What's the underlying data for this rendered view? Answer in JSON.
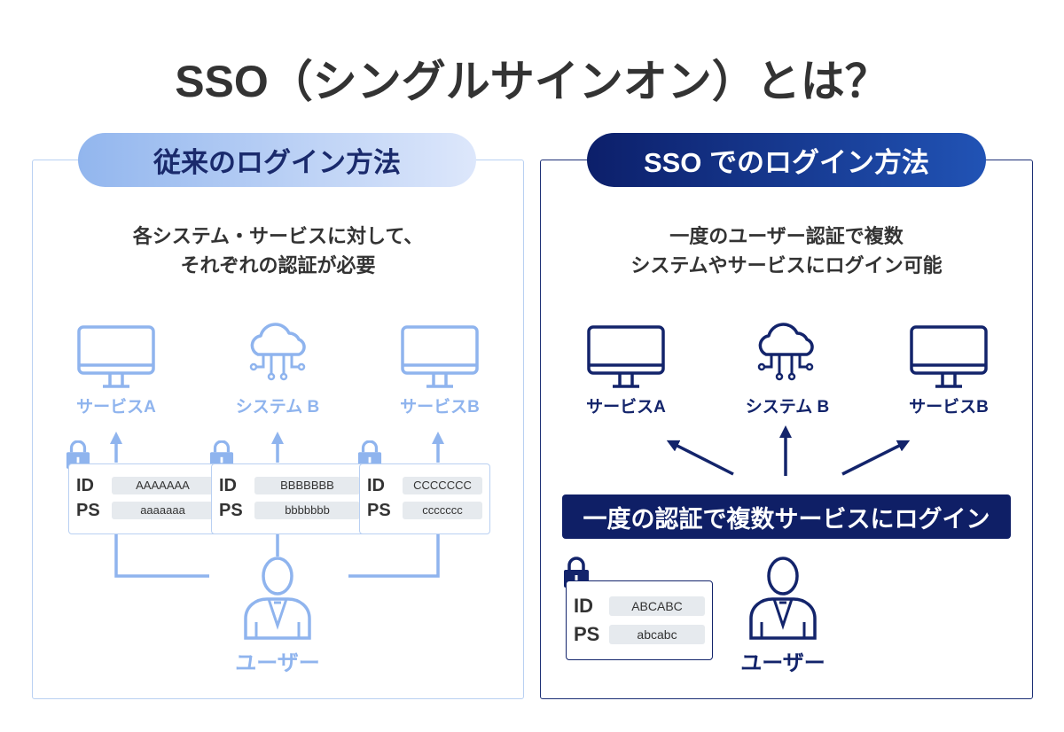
{
  "title": "SSO（シングルサインオン）とは？",
  "left": {
    "header": "従来のログイン方法",
    "desc": [
      "各システム・サービスに対して、",
      "それぞれの認証が必要"
    ],
    "targets": [
      {
        "label": "サービスA",
        "icon": "monitor-icon"
      },
      {
        "label": "システム B",
        "icon": "cloud-icon"
      },
      {
        "label": "サービスB",
        "icon": "monitor-icon"
      }
    ],
    "creds": [
      {
        "id_label": "ID",
        "id": "AAAAAAA",
        "ps_label": "PS",
        "ps": "aaaaaaa"
      },
      {
        "id_label": "ID",
        "id": "BBBBBBB",
        "ps_label": "PS",
        "ps": "bbbbbbb"
      },
      {
        "id_label": "ID",
        "id": "CCCCCCC",
        "ps_label": "PS",
        "ps": "ccccccc"
      }
    ],
    "user": "ユーザー",
    "color": "#8fb4ee"
  },
  "right": {
    "header": "SSO でのログイン方法",
    "desc": [
      "一度のユーザー認証で複数",
      "システムやサービスにログイン可能"
    ],
    "targets": [
      {
        "label": "サービスA",
        "icon": "monitor-icon"
      },
      {
        "label": "システム B",
        "icon": "cloud-icon"
      },
      {
        "label": "サービスB",
        "icon": "monitor-icon"
      }
    ],
    "banner": "一度の認証で複数サービスにログイン",
    "cred": {
      "id_label": "ID",
      "id": "ABCABC",
      "ps_label": "PS",
      "ps": "abcabc"
    },
    "user": "ユーザー",
    "color": "#13246b"
  }
}
